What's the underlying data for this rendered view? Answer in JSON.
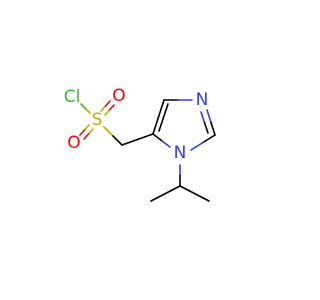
{
  "molecule": {
    "atoms": [
      {
        "id": "Cl",
        "label": "Cl",
        "color": "#3db83d"
      },
      {
        "id": "S",
        "label": "S",
        "color": "#c8a800"
      },
      {
        "id": "O_top",
        "label": "O",
        "color": "#ff0000"
      },
      {
        "id": "O_bottom",
        "label": "O",
        "color": "#ff0000"
      },
      {
        "id": "N_ring",
        "label": "N",
        "color": "#2f3bff"
      },
      {
        "id": "N_sub",
        "label": "N",
        "color": "#2f3bff"
      }
    ],
    "bond_color": "#000000"
  }
}
